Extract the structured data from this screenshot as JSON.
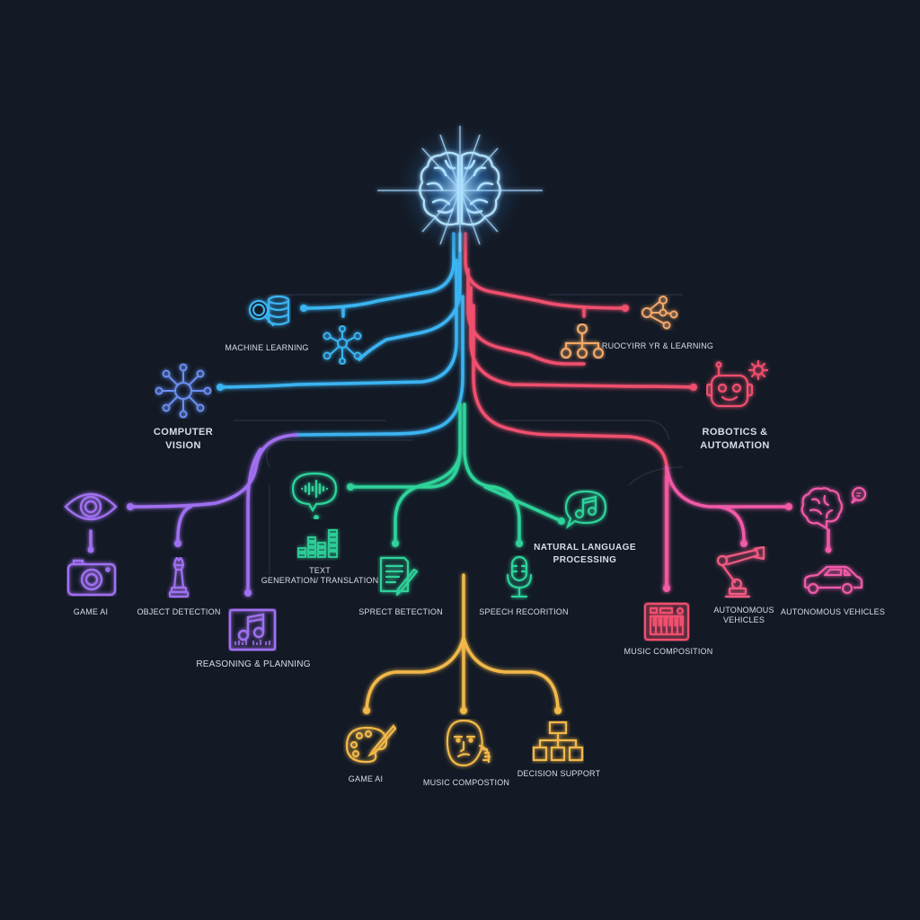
{
  "diagram": {
    "title": "",
    "background": "#131a26",
    "colors": {
      "blue": "#3ab4f2",
      "red": "#f0506e",
      "purple": "#a070f0",
      "green": "#2ed39a",
      "pink": "#f05aa8",
      "orange": "#f2a86a",
      "gold": "#f2b84a",
      "text": "#d8dde6"
    },
    "root": {
      "icon": "glowing-brain-icon",
      "color": "#6fc8ff"
    },
    "labels": {
      "machine_learning": "MACHINE LEARNING",
      "reinforcement_learning": "RUOCYIRR YR & LEARNING",
      "computer_vision_l1": "COMPUTER",
      "computer_vision_l2": "VISION",
      "robotics_l1": "ROBOTICS &",
      "robotics_l2": "AUTOMATION",
      "game_ai_left": "GAME AI",
      "object_detection": "OBJECT DETECTION",
      "text_gen_l1": "TEXT",
      "text_gen_l2": "GENERATION/ TRANSLATION",
      "speech_detection": "SPRECT BETECTION",
      "nlp_l1": "NATURAL LANGUAGE",
      "nlp_l2": "PROCESSING",
      "speech_recognition": "SPEECH RECORITION",
      "autonomous_vehicles_mid_l1": "AUTONOMOUS",
      "autonomous_vehicles_mid_l2": "VEHICLES",
      "autonomous_vehicles_right": "AUTONOMOUS VEHICLES",
      "reasoning_planning": "REASONING & PLANNING",
      "music_composition_right": "MUSIC COMPOSITION",
      "game_ai_bottom": "GAME AI",
      "music_composition_bottom": "MUSIC COMPOSTION",
      "decision_support": "DECISION SUPPORT"
    }
  }
}
